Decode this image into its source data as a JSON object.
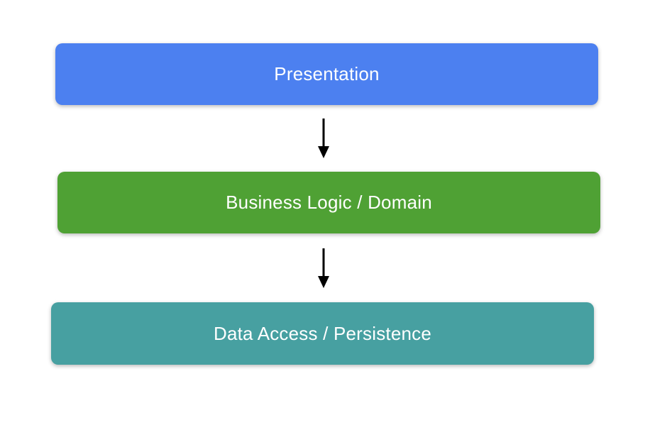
{
  "diagram": {
    "background_color": "#ffffff",
    "arrow_color": "#000000",
    "text_color": "#ffffff",
    "layers": [
      {
        "label": "Presentation",
        "color": "#4c80f0"
      },
      {
        "label": "Business Logic / Domain",
        "color": "#4fa134"
      },
      {
        "label": "Data Access / Persistence",
        "color": "#47a0a1"
      }
    ]
  }
}
